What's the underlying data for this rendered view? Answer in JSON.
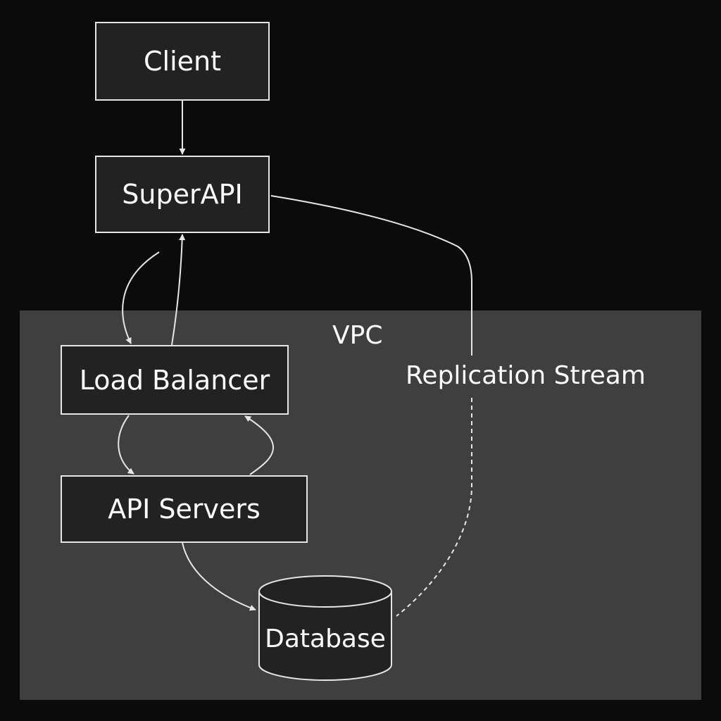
{
  "diagram": {
    "vpc_label": "VPC",
    "nodes": {
      "client": "Client",
      "superapi": "SuperAPI",
      "load_balancer": "Load Balancer",
      "api_servers": "API Servers",
      "database": "Database"
    },
    "edge_labels": {
      "replication": "Replication Stream"
    },
    "edges": [
      {
        "from": "Client",
        "to": "SuperAPI",
        "style": "solid"
      },
      {
        "from": "SuperAPI",
        "to": "Load Balancer",
        "style": "solid"
      },
      {
        "from": "Load Balancer",
        "to": "SuperAPI",
        "style": "solid"
      },
      {
        "from": "Load Balancer",
        "to": "API Servers",
        "style": "solid"
      },
      {
        "from": "API Servers",
        "to": "Load Balancer",
        "style": "solid"
      },
      {
        "from": "API Servers",
        "to": "Database",
        "style": "solid"
      },
      {
        "from": "SuperAPI",
        "to": "Database",
        "style": "solid-then-dashed",
        "label": "Replication Stream"
      }
    ],
    "colors": {
      "background": "#0b0b0b",
      "vpc_fill": "#3f3f3f",
      "node_fill": "#222222",
      "stroke": "#e6e6e6",
      "text": "#ffffff"
    }
  }
}
